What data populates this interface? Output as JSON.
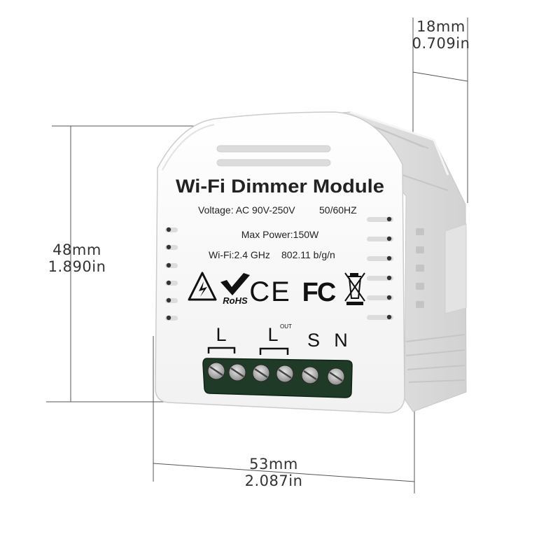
{
  "product": {
    "title": "Wi-Fi Dimmer Module",
    "voltage": "Voltage: AC 90V-250V",
    "frequency": "50/60HZ",
    "max_power": "Max Power:150W",
    "wifi": "Wi-Fi:2.4 GHz",
    "wifi_standard": "802.11 b/g/n",
    "cert_rohs": "RoHS",
    "cert_ce": "CE",
    "cert_fc": "FC"
  },
  "terminals": {
    "labels": [
      "L",
      "L",
      "S",
      "N"
    ],
    "out_label": "OUT"
  },
  "dimensions": {
    "depth_mm": "18mm",
    "depth_in": "0.709in",
    "height_mm": "48mm",
    "height_in": "1.890in",
    "width_mm": "53mm",
    "width_in": "2.087in"
  },
  "colors": {
    "body": "#f4f4f4",
    "terminal_block": "#1f3a26",
    "text": "#222222"
  }
}
